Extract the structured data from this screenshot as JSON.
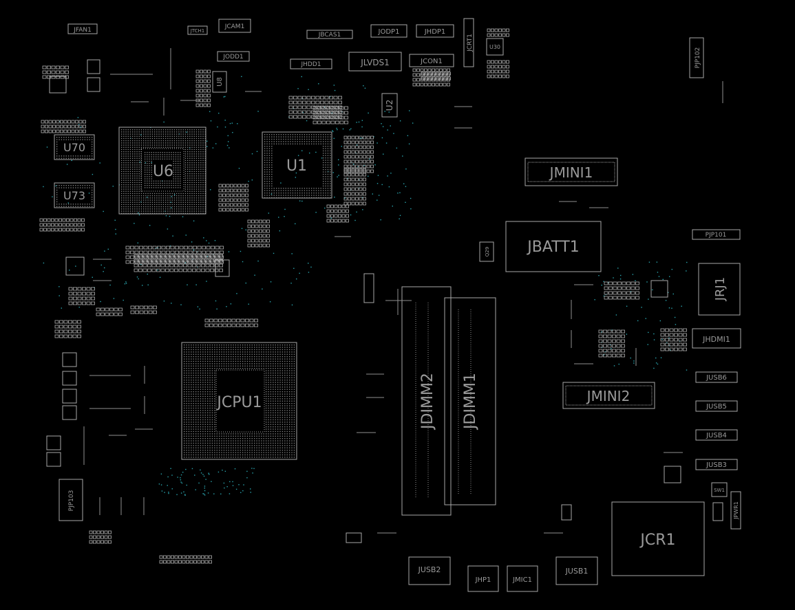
{
  "components": [
    {
      "ref": "JFAN1",
      "text": "JFAN1"
    },
    {
      "ref": "JTCH1",
      "text": "JTCH1"
    },
    {
      "ref": "JCAM1",
      "text": "JCAM1"
    },
    {
      "ref": "JBCAS1",
      "text": "JBCAS1"
    },
    {
      "ref": "JODP1",
      "text": "JODP1"
    },
    {
      "ref": "JHDP1",
      "text": "JHDP1"
    },
    {
      "ref": "JCRT1",
      "text": "JCRT1"
    },
    {
      "ref": "U30",
      "text": "U30"
    },
    {
      "ref": "PJP102",
      "text": "PJP102"
    },
    {
      "ref": "JODD1",
      "text": "JODD1"
    },
    {
      "ref": "JHDD1",
      "text": "JHDD1"
    },
    {
      "ref": "JLVDS1",
      "text": "JLVDS1"
    },
    {
      "ref": "JCON1",
      "text": "JCON1"
    },
    {
      "ref": "U8",
      "text": "U8"
    },
    {
      "ref": "U2",
      "text": "U2"
    },
    {
      "ref": "U70",
      "text": "U70"
    },
    {
      "ref": "U73",
      "text": "U73"
    },
    {
      "ref": "U6",
      "text": "U6"
    },
    {
      "ref": "U1",
      "text": "U1"
    },
    {
      "ref": "JMINI1",
      "text": "JMINI1"
    },
    {
      "ref": "PJP101",
      "text": "PJP101"
    },
    {
      "ref": "JBATT1",
      "text": "JBATT1"
    },
    {
      "ref": "Q29",
      "text": "Q29"
    },
    {
      "ref": "JRJ1",
      "text": "JRJ1"
    },
    {
      "ref": "JHDMI1",
      "text": "JHDMI1"
    },
    {
      "ref": "JUSB6",
      "text": "JUSB6"
    },
    {
      "ref": "JMINI2",
      "text": "JMINI2"
    },
    {
      "ref": "JUSB5",
      "text": "JUSB5"
    },
    {
      "ref": "JUSB4",
      "text": "JUSB4"
    },
    {
      "ref": "JUSB3",
      "text": "JUSB3"
    },
    {
      "ref": "JCPU1",
      "text": "JCPU1"
    },
    {
      "ref": "JDIMM2",
      "text": "JDIMM2"
    },
    {
      "ref": "JDIMM1",
      "text": "JDIMM1"
    },
    {
      "ref": "PJP103",
      "text": "PJP103"
    },
    {
      "ref": "SW1",
      "text": "SW1"
    },
    {
      "ref": "JPWR1",
      "text": "JPWR1"
    },
    {
      "ref": "JCR1",
      "text": "JCR1"
    },
    {
      "ref": "JUSB2",
      "text": "JUSB2"
    },
    {
      "ref": "JHP1",
      "text": "JHP1"
    },
    {
      "ref": "JMIC1",
      "text": "JMIC1"
    },
    {
      "ref": "JUSB1",
      "text": "JUSB1"
    }
  ],
  "colors": {
    "background": "#000000",
    "outline": "#a9a9a9",
    "label": "#9a9a9a",
    "via": "#2aa6b0"
  }
}
